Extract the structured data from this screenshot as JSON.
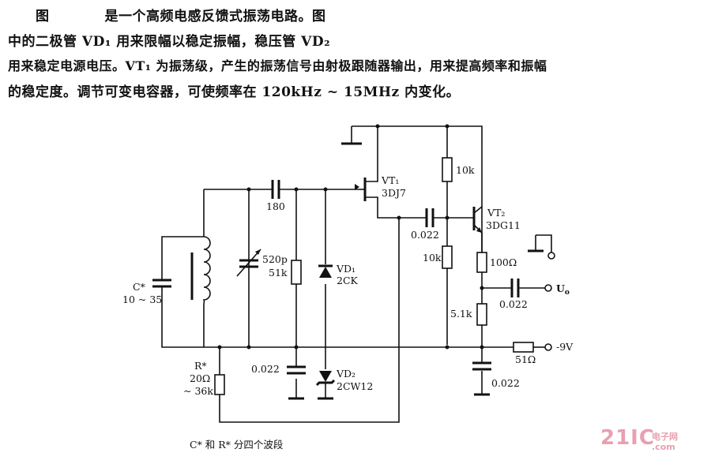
{
  "description": {
    "line1": "图　　　　是一个高频电感反馈式振荡电路。图",
    "line2": "中的二极管 VD₁ 用来限幅以稳定振幅，稳压管 VD₂",
    "line3": "用来稳定电源电压。VT₁ 为振荡级，产生的振荡信号由射极跟随器输出，用来提高频率和振幅",
    "line4": "的稳定度。调节可变电容器，可使频率在 120kHz ~ 15MHz 内变化。"
  },
  "components": {
    "vt1_name": "VT₁",
    "vt1_model": "3DJ7",
    "vt2_name": "VT₂",
    "vt2_model": "3DG11",
    "cap_180": "180",
    "cap_520p": "520p",
    "res_51k": "51k",
    "vd1_name": "VD₁",
    "vd1_model": "2CK",
    "vd2_name": "VD₂",
    "vd2_model": "2CW12",
    "cap_0022_left": "0.022",
    "cap_0022_mid": "0.022",
    "res_10k_top": "10k",
    "res_10k_bot": "10k",
    "res_100": "100Ω",
    "res_51k_emit": "5.1k",
    "cap_0022_out": "0.022",
    "cap_0022_bot": "0.022",
    "res_51": "51Ω",
    "cstar_name": "C*",
    "cstar_value": "10 ~ 35",
    "rstar_name": "R*",
    "rstar_value1": "20Ω",
    "rstar_value2": "~ 36k",
    "output_label": "U",
    "output_sub": "o",
    "supply": "-9V",
    "footnote": "C* 和 R* 分四个波段"
  },
  "watermark": {
    "logo": "21IC",
    "cn": "电子网",
    "url": ".com"
  }
}
